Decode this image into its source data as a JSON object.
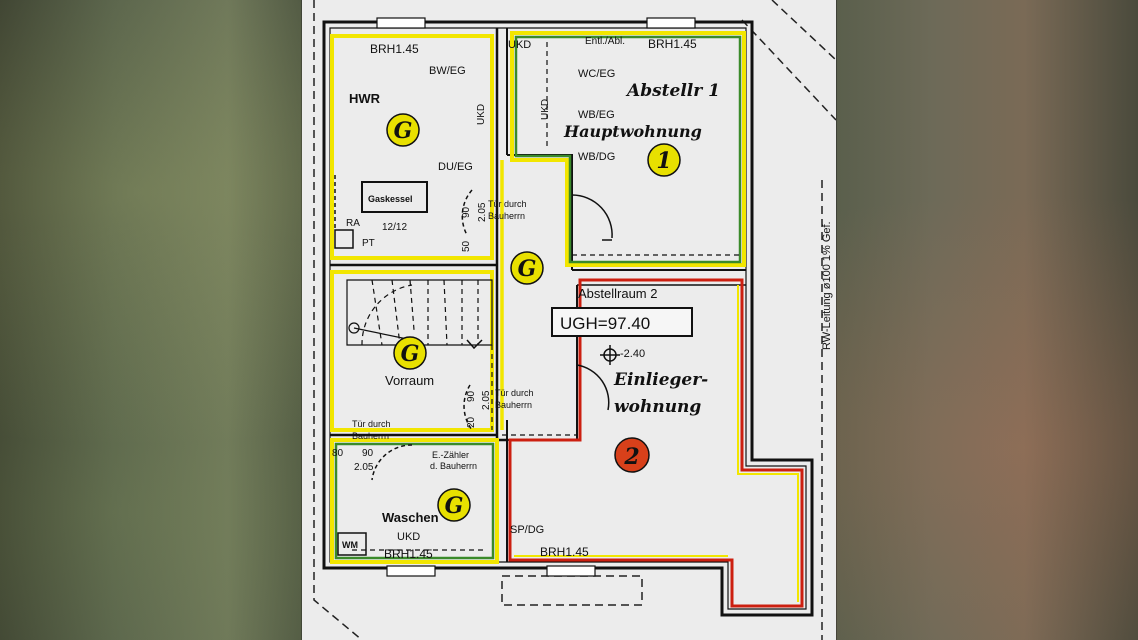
{
  "rooms": {
    "hwr": {
      "name": "HWR",
      "brh": "BRH1.45",
      "badge": "G"
    },
    "abstellr1": {
      "name": "Abstellr 1",
      "sub": "Hauptwohnung",
      "brh": "BRH1.45",
      "badge": "1"
    },
    "flur": {
      "badge": "G"
    },
    "vorraum": {
      "name": "Vorraum",
      "badge": "G"
    },
    "abstellraum2": {
      "name": "Abstellraum 2",
      "ugh": "UGH=97.40",
      "level": "-2.40",
      "sub1": "Einlieger-",
      "sub2": "wohnung",
      "badge": "2"
    },
    "waschen": {
      "name": "Waschen",
      "brh": "BRH1.45",
      "badge": "G"
    }
  },
  "labels": {
    "ukd_top": "UKD",
    "entl": "Entl./Abl.",
    "bw_eg": "BW/EG",
    "wc_eg": "WC/EG",
    "wb_eg": "WB/EG",
    "wb_dg": "WB/DG",
    "ukd_v1": "UKD",
    "ukd_v2": "UKD",
    "du_eg": "DU/EG",
    "gaskessel": "Gaskessel",
    "ra": "RA",
    "ratio": "12/12",
    "pt": "PT",
    "tuer1_a": "Tür durch",
    "tuer1_b": "Bauherrn",
    "dim_90a": "90",
    "dim_205a": "2.05",
    "dim_50": "50",
    "tuer2_a": "Tür durch",
    "tuer2_b": "Bauherrn",
    "dim_90b": "90",
    "dim_205b": "2.05",
    "dim_20": "20",
    "tuer3_a": "Tür durch",
    "tuer3_b": "Bauherrn",
    "dim_80": "80",
    "dim_90c": "90",
    "dim_205c": "2.05",
    "zaehler_a": "E.-Zähler",
    "zaehler_b": "d. Bauherrn",
    "ukd_w": "UKD",
    "wm": "WM",
    "sp_dg": "SP/DG",
    "brh_bottom": "BRH1.45",
    "rw_leitung": "RW-Leitung ø100  1% Gef."
  },
  "colors": {
    "yellow": "#f2e600",
    "green": "#3a8a2a",
    "red": "#cc1f10",
    "badge_yellow": "#e8e000",
    "badge_red": "#d8401a"
  }
}
